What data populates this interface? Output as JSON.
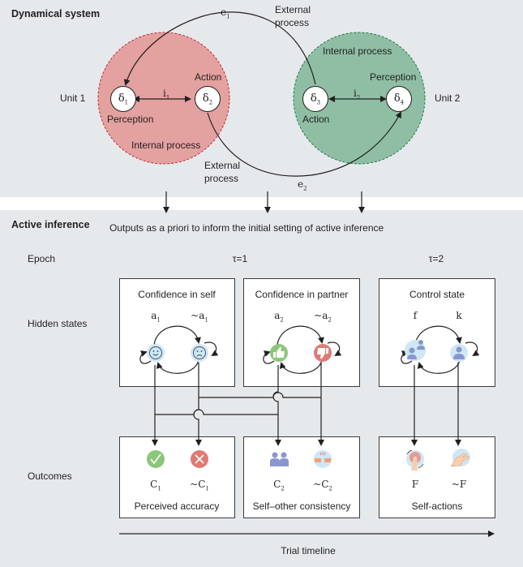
{
  "dynamical_system": {
    "title": "Dynamical system",
    "unit1": {
      "label": "Unit 1",
      "color": "#e3a19f",
      "border_color": "#c8283c",
      "node_left": {
        "symbol": "δ",
        "sub": "1",
        "caption": "Perception"
      },
      "node_right": {
        "symbol": "δ",
        "sub": "2",
        "caption": "Action"
      },
      "link": {
        "symbol": "i",
        "sub": "1"
      },
      "internal_label": "Internal process"
    },
    "unit2": {
      "label": "Unit 2",
      "color": "#8fbea4",
      "border_color": "#1d7a4a",
      "node_left": {
        "symbol": "δ",
        "sub": "3",
        "caption": "Action"
      },
      "node_right": {
        "symbol": "δ",
        "sub": "4",
        "caption": "Perception"
      },
      "link": {
        "symbol": "i",
        "sub": "2"
      },
      "internal_label": "Internal process"
    },
    "external_top": {
      "symbol": "e",
      "sub": "1",
      "label_line1": "External",
      "label_line2": "process"
    },
    "external_bottom": {
      "symbol": "e",
      "sub": "2",
      "label_line1": "External",
      "label_line2": "process"
    }
  },
  "active_inference": {
    "title": "Active inference",
    "subtitle": "Outputs as a priori to inform the initial setting of active inference",
    "row_labels": {
      "epoch": "Epoch",
      "hidden_states": "Hidden states",
      "outcomes": "Outcomes"
    },
    "epochs": [
      "τ=1",
      "τ=2"
    ],
    "hidden_states": [
      {
        "title": "Confidence in self",
        "left": {
          "sym": "a",
          "sub": "1",
          "icon": "smiley-face-icon"
        },
        "right": {
          "sym": "~a",
          "sub": "1",
          "icon": "sad-face-icon"
        }
      },
      {
        "title": "Confidence in partner",
        "left": {
          "sym": "a",
          "sub": "2",
          "icon": "thumbs-up-icon"
        },
        "right": {
          "sym": "~a",
          "sub": "2",
          "icon": "thumbs-down-icon"
        }
      },
      {
        "title": "Control state",
        "left": {
          "sym": "f",
          "sub": "",
          "icon": "two-persons-icon"
        },
        "right": {
          "sym": "k",
          "sub": "",
          "icon": "person-icon"
        }
      }
    ],
    "outcomes": [
      {
        "title": "Perceived accuracy",
        "left": {
          "sym": "C",
          "sub": "1",
          "icon": "check-icon"
        },
        "right": {
          "sym": "~C",
          "sub": "1",
          "icon": "cross-icon"
        }
      },
      {
        "title": "Self–other consistency",
        "left": {
          "sym": "C",
          "sub": "2",
          "icon": "pair-persons-icon"
        },
        "right": {
          "sym": "~C",
          "sub": "2",
          "icon": "broken-handshake-icon"
        }
      },
      {
        "title": "Self-actions",
        "left": {
          "sym": "F",
          "sub": "",
          "icon": "press-button-icon"
        },
        "right": {
          "sym": "~F",
          "sub": "",
          "icon": "open-hand-icon"
        }
      }
    ],
    "timeline_label": "Trial timeline"
  },
  "colors": {
    "panel_bg": "#e6e9ec",
    "ink": "#231f20",
    "icon_blue": "#cfe6f5",
    "icon_green": "#8cc67a",
    "icon_red": "#e07a74",
    "icon_person": "#8896cf"
  }
}
